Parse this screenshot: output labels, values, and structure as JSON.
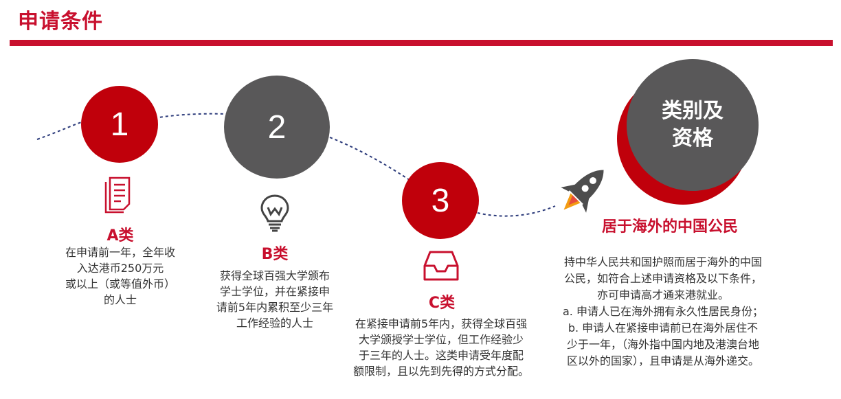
{
  "header": {
    "title": "申请条件"
  },
  "steps": [
    {
      "number": "1",
      "color": "#c0000b"
    },
    {
      "number": "2",
      "color": "#595859"
    },
    {
      "number": "3",
      "color": "#c0000b"
    }
  ],
  "categories": [
    {
      "label": "A类",
      "icon": "document-icon",
      "lines": [
        "在申请前一年，全年收",
        "入达港币250万元",
        "或以上（或等值外币）",
        "的人士"
      ]
    },
    {
      "label": "B类",
      "icon": "lightbulb-icon",
      "lines": [
        "获得全球百强大学颁布",
        "学士学位，并在紧接申",
        "请前5年内累积至少三年",
        "工作经验的人士"
      ]
    },
    {
      "label": "C类",
      "icon": "inbox-tray-icon",
      "lines": [
        "在紧接申请前5年内，获得全球百强",
        "大学颁授学士学位，但工作经验少",
        "于三年的人士。这类申请受年度配",
        "额限制，且以先到先得的方式分配。"
      ]
    }
  ],
  "eligibility": {
    "circle_lines": [
      "类别及",
      "资格"
    ],
    "title": "居于海外的中国公民",
    "icon": "rocket-icon",
    "lines": [
      "持中华人民共和国护照而居于海外的中国",
      "公民，如符合上述申请资格及以下条件，",
      "亦可申请高才通来港就业。",
      "a. 申请人已在海外拥有永久性居民身份；",
      "b. 申请人在紧接申请前已在海外居住不",
      "少于一年，（海外指中国内地及港澳台地",
      "区以外的国家），且申请是从海外递交。"
    ]
  },
  "colors": {
    "accent": "#c8102e",
    "gray": "#595859",
    "path": "#2b3a7a"
  }
}
